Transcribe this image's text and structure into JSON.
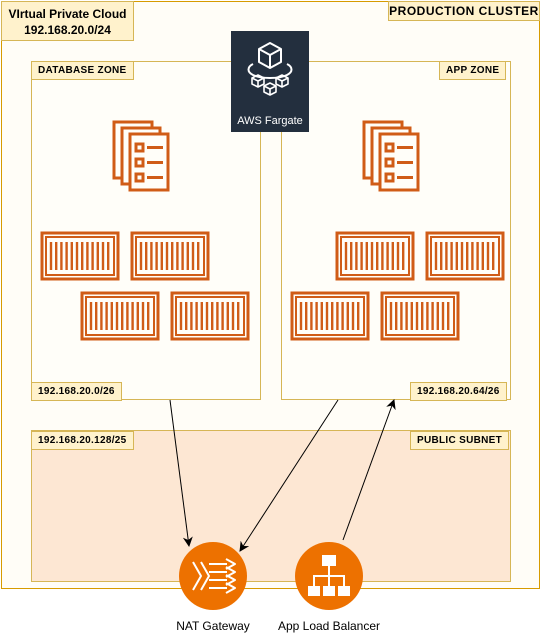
{
  "vpc": {
    "title": "VIrtual Private Cloud",
    "cidr": "192.168.20.0/24"
  },
  "cluster": {
    "label": "PRODUCTION CLUSTER"
  },
  "fargate": {
    "label": "AWS Fargate",
    "icon": "fargate-icon"
  },
  "database_zone": {
    "label": "DATABASE ZONE",
    "cidr": "192.168.20.0/26",
    "icons": [
      "task-list-icon",
      "container-icon"
    ]
  },
  "app_zone": {
    "label": "APP ZONE",
    "cidr": "192.168.20.64/26",
    "icons": [
      "task-list-icon",
      "container-icon"
    ]
  },
  "public_subnet": {
    "label": "PUBLIC SUBNET",
    "cidr": "192.168.20.128/25"
  },
  "nat": {
    "label": "NAT Gateway",
    "icon": "nat-gateway-icon"
  },
  "alb": {
    "label": "App Load Balancer",
    "icon": "load-balancer-icon"
  },
  "colors": {
    "aws_orange": "#ed7100",
    "container_stroke": "#d05c17",
    "zone_border": "#d6b656",
    "public_fill": "#fde7d3",
    "fargate_bg": "#232f3e"
  }
}
